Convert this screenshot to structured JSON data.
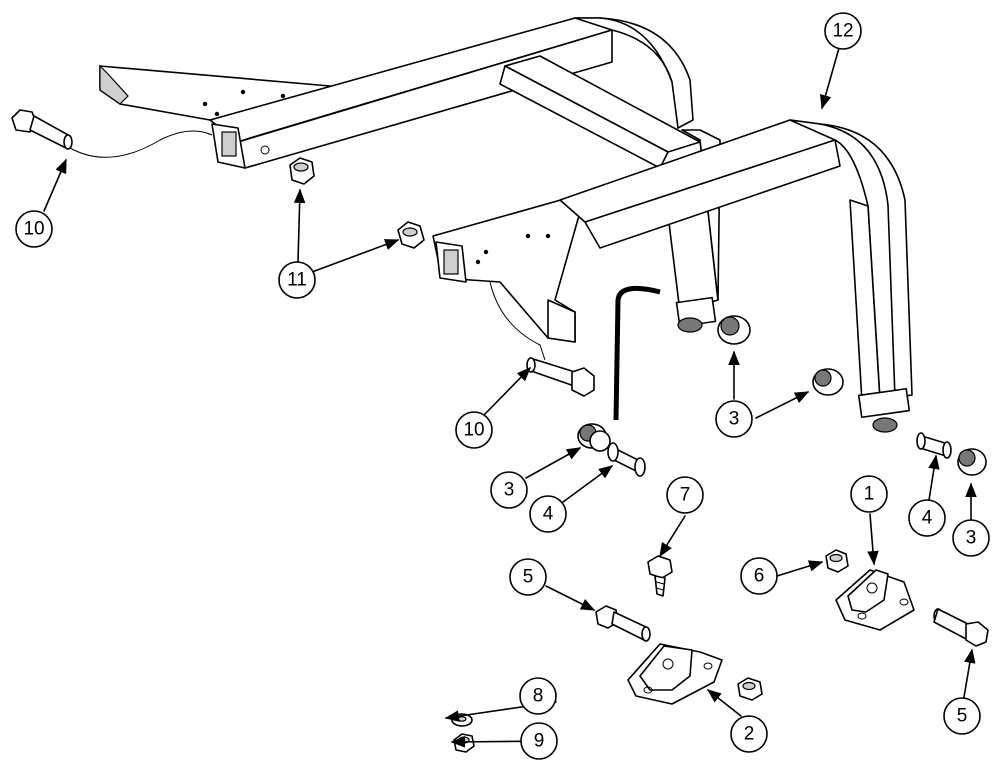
{
  "callouts": [
    {
      "id": "c12",
      "label": "12"
    },
    {
      "id": "c10a",
      "label": "10"
    },
    {
      "id": "c11",
      "label": "11"
    },
    {
      "id": "c10b",
      "label": "10"
    },
    {
      "id": "c3a",
      "label": "3"
    },
    {
      "id": "c3b",
      "label": "3"
    },
    {
      "id": "c3c",
      "label": "3"
    },
    {
      "id": "c4a",
      "label": "4"
    },
    {
      "id": "c4b",
      "label": "4"
    },
    {
      "id": "c7",
      "label": "7"
    },
    {
      "id": "c1",
      "label": "1"
    },
    {
      "id": "c6",
      "label": "6"
    },
    {
      "id": "c5a",
      "label": "5"
    },
    {
      "id": "c5b",
      "label": "5"
    },
    {
      "id": "c8",
      "label": "8"
    },
    {
      "id": "c9",
      "label": "9"
    },
    {
      "id": "c2",
      "label": "2"
    }
  ]
}
